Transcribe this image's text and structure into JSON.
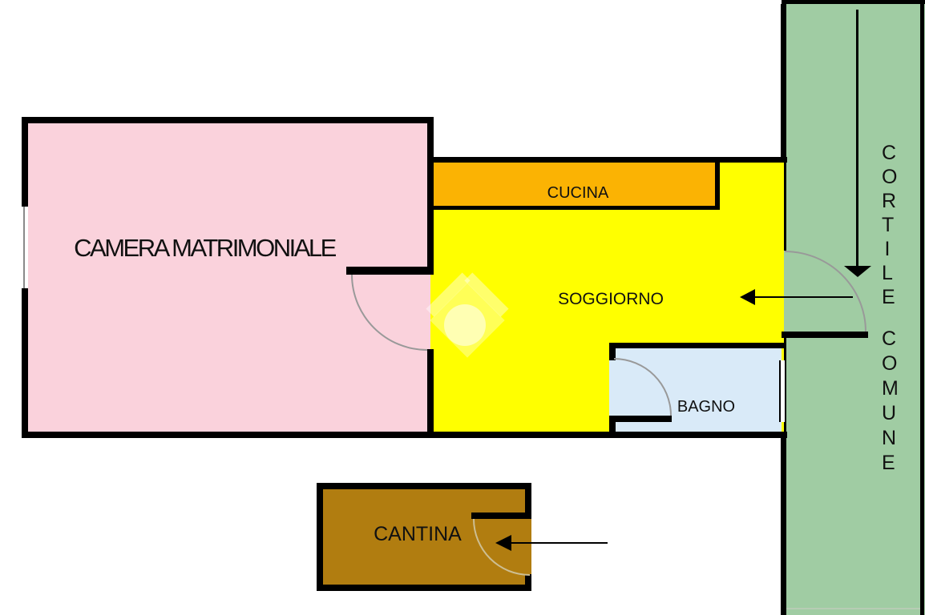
{
  "floorplan": {
    "background_color": "#FFFFFF",
    "wall_color": "#000000",
    "door_arc_color": "#999999",
    "cantina_arc_color": "#CDBE92",
    "label_color": "#111111",
    "rooms": {
      "camera": {
        "label": "CAMERA MATRIMONIALE",
        "color": "#FAD2DC"
      },
      "cucina": {
        "label": "CUCINA",
        "color": "#FBB303"
      },
      "soggiorno": {
        "label": "SOGGIORNO",
        "color": "#FFFF00"
      },
      "bagno": {
        "label": "BAGNO",
        "color": "#D9EAF8"
      },
      "cantina": {
        "label": "CANTINA",
        "color": "#B17D10"
      },
      "cortile": {
        "label": "CORTILE COMUNE",
        "line1": "CORTILE",
        "line2": "COMUNE",
        "color": "#A0CCA3"
      }
    },
    "watermark": {
      "name": "house-logo-watermark",
      "color": "rgba(255,255,255,0.38)",
      "circle_color": "rgba(255,255,255,0.55)"
    }
  }
}
